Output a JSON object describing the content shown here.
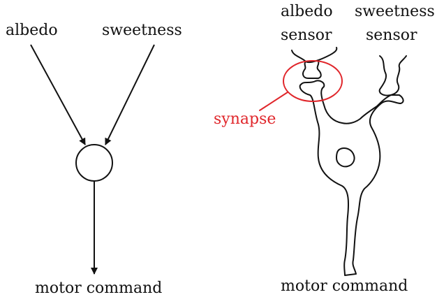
{
  "left_diagram": {
    "input_a": "albedo",
    "input_b": "sweetness",
    "output": "motor command"
  },
  "right_diagram": {
    "sensor_a_line1": "albedo",
    "sensor_a_line2": "sensor",
    "sensor_b_line1": "sweetness",
    "sensor_b_line2": "sensor",
    "synapse_label": "synapse",
    "output": "motor command"
  },
  "colors": {
    "ink": "#111111",
    "highlight": "#e0262b"
  }
}
